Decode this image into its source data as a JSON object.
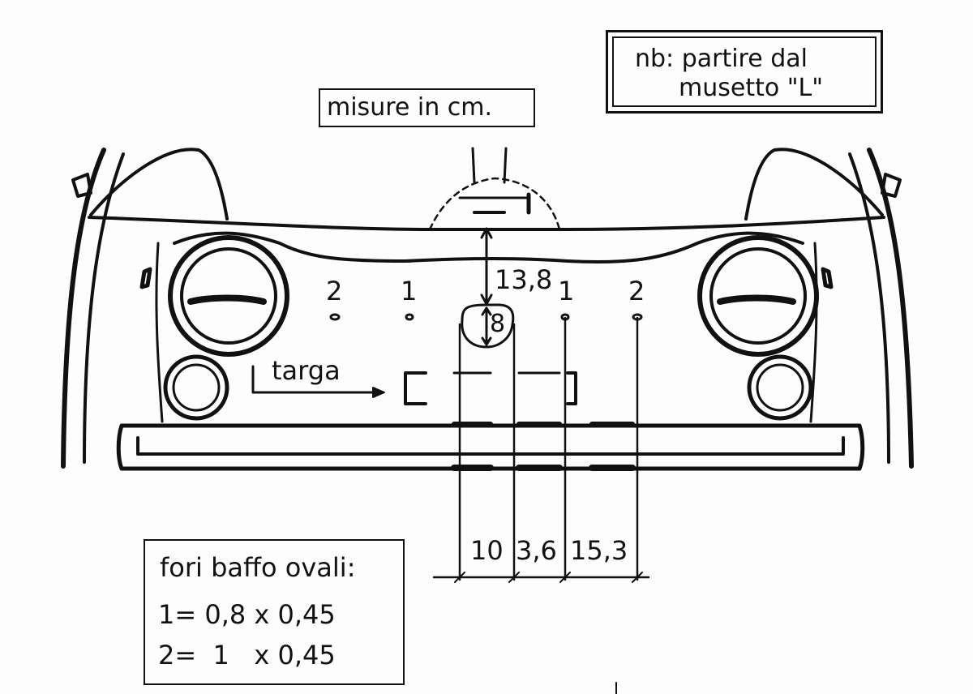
{
  "note": {
    "line1": "nb: partire dal",
    "line2": "musetto \"L\""
  },
  "units": "misure in cm.",
  "plate_label": "targa",
  "holes_note": {
    "title": "fori baffo ovali:",
    "line1": "1= 0,8 x 0,45",
    "line2": "2=  1   x 0,45"
  },
  "hole_numbers": {
    "left_outer": "2",
    "left_inner": "1",
    "right_inner": "1",
    "right_outer": "2"
  },
  "dimensions": {
    "vertical_top": "13,8",
    "vertical_small": "8",
    "bottom_1": "10",
    "bottom_2": "3,6",
    "bottom_3": "15,3"
  },
  "colors": {
    "ink": "#111111",
    "paper": "#fdfdfd"
  }
}
